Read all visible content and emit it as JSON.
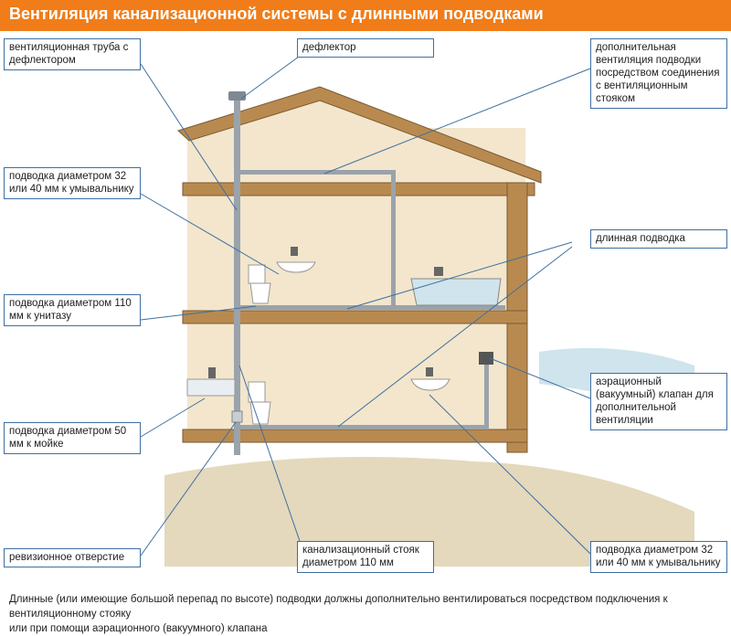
{
  "title": "Вентиляция канализационной системы с длинными подводками",
  "labels": {
    "vent_pipe": "вентиляционная труба с дефлектором",
    "deflector": "дефлектор",
    "extra_vent": "дополнительная вентиляция подводки посредством соединения с вентиляционным стояком",
    "supply_32_40_upper": "подводка диаметром 32 или 40 мм к умывальнику",
    "long_supply": "длинная подводка",
    "supply_110": "подводка диаметром 110 мм к унитазу",
    "aeration_valve": "аэрационный (вакуумный) клапан для дополнительной вентиляции",
    "supply_50": "подводка диаметром 50 мм к мойке",
    "revision_hole": "ревизионное отверстие",
    "riser": "канализационный стояк диаметром 110 мм",
    "supply_32_40_lower": "подводка диаметром 32 или 40 мм к умывальнику"
  },
  "footer": {
    "line1": "Длинные (или имеющие большой перепад по высоте) подводки должны дополнительно вентилироваться посредством подключения к вентиляционному стояку",
    "line2": "или при помощи аэрационного (вакуумного) клапана"
  },
  "colors": {
    "accent": "#f07d19",
    "wall": "#f3e6cc",
    "beam": "#b98a4f",
    "ground": "#ded0b2",
    "pipe": "#9aa3ac",
    "leader": "#3f6fa0",
    "water": "#cfe4ec"
  }
}
